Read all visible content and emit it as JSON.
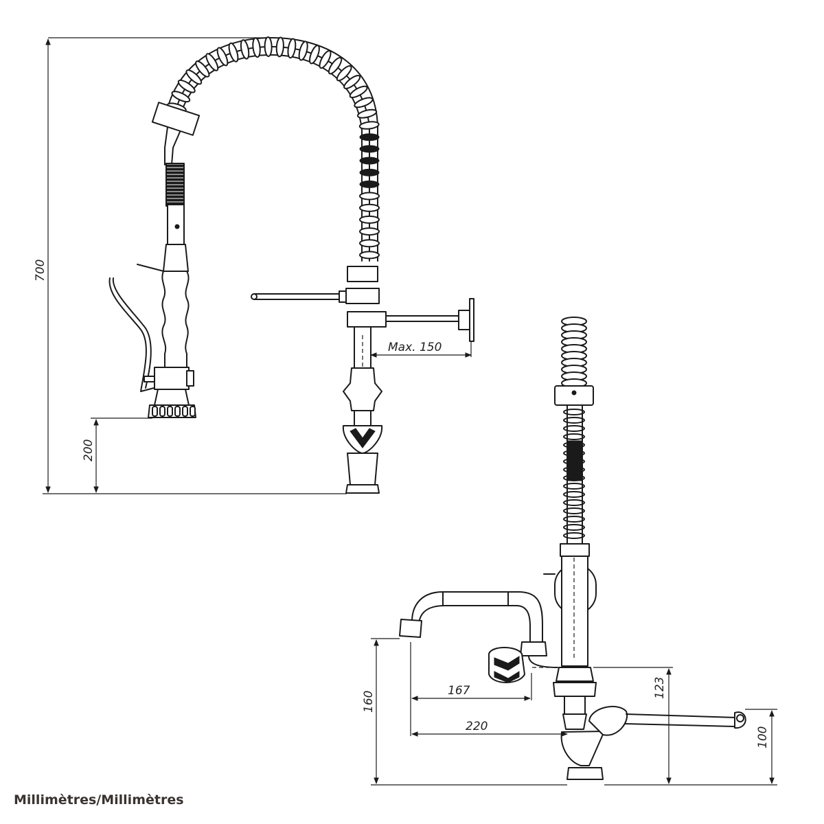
{
  "dimensions": {
    "height_total": "700",
    "height_spout": "200",
    "arm_reach": "Max. 150",
    "spout_height": "160",
    "spout_reach_short": "167",
    "spout_reach_long": "220",
    "valve_height": "123",
    "lever_height": "100"
  },
  "footer": {
    "units_label": "Millimètres/Millimètres"
  }
}
